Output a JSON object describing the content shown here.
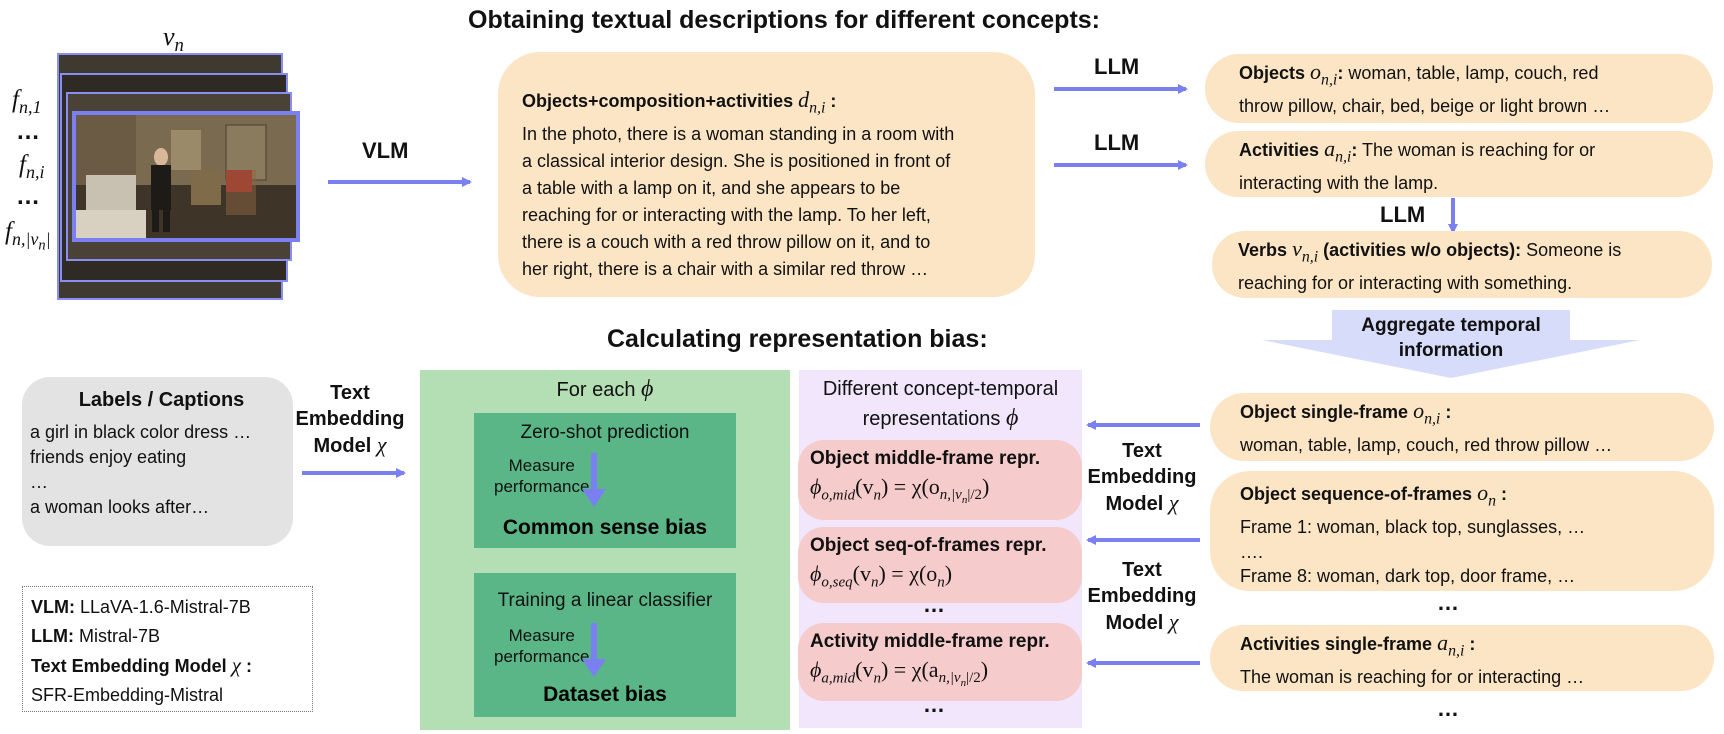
{
  "titles": {
    "top": "Obtaining textual descriptions for different concepts:",
    "bottom": "Calculating representation bias:"
  },
  "video": {
    "v_label": "v",
    "v_sub": "n",
    "f1": "f",
    "f1_sub": "n,1",
    "dots1": "…",
    "fi": "f",
    "fi_sub": "n,i",
    "dots2": "…",
    "flast": "f",
    "flast_sub": "n,|v",
    "flast_subsub": "n",
    "flast_close": "|"
  },
  "arrows": {
    "vlm": "VLM",
    "llm1": "LLM",
    "llm2": "LLM",
    "llm3": "LLM",
    "text_emb": [
      "Text",
      "Embedding",
      "Model"
    ],
    "chi": "χ",
    "aggregate": [
      "Aggregate temporal",
      "information"
    ]
  },
  "description": {
    "title": "Objects+composition+activities",
    "var": "d",
    "var_sub": "n,i",
    "colon": " :",
    "lines": [
      "In the photo, there is a woman standing in a room with",
      "a classical interior design. She is positioned in front of",
      "a table with a lamp on it, and she appears to be",
      "reaching for or interacting with the lamp. To her left,",
      "there is a couch with a red throw pillow on it, and to",
      "her right, there is a chair with a similar red throw …"
    ]
  },
  "objects_box": {
    "title": "Objects",
    "var": "o",
    "var_sub": "n,i",
    "text_line1": " woman, table, lamp, couch, red",
    "text_line2": "throw pillow, chair, bed, beige or light brown …"
  },
  "activities_box": {
    "title": "Activities",
    "var": "a",
    "var_sub": "n,i",
    "text_line1": " The woman is reaching for or",
    "text_line2": "interacting with the lamp."
  },
  "verbs_box": {
    "title": "Verbs",
    "var": "ν",
    "var_sub": "n,i",
    "title_rest": " (activities w/o objects):",
    "text_line1": " Someone is",
    "text_line2": "reaching for or interacting with something."
  },
  "right_bottom": {
    "obj_single": {
      "title": "Object single-frame",
      "var": "o",
      "var_sub": "n,i",
      "text": "woman, table, lamp, couch, red throw pillow …"
    },
    "obj_seq": {
      "title": "Object sequence-of-frames",
      "var": "o",
      "var_sub": "n",
      "lines": [
        "Frame 1: woman, black top, sunglasses, …",
        "….",
        "Frame 8: woman, dark top, door frame,  …"
      ]
    },
    "dots_mid": "…",
    "act_single": {
      "title": "Activities single-frame",
      "var": "a",
      "var_sub": "n,i",
      "text": "The woman is reaching for or interacting …"
    },
    "dots_bottom": "…"
  },
  "labels_box": {
    "title": "Labels / Captions",
    "lines": [
      "a girl in black color dress …",
      "friends enjoy eating",
      "…",
      "a woman looks after…"
    ]
  },
  "legend": {
    "vlm_key": "VLM:",
    "vlm_val": " LLaVA-1.6-Mistral-7B",
    "llm_key": "LLM:",
    "llm_val": " Mistral-7B",
    "tem_key": "Text Embedding Model",
    "tem_var": "χ",
    "tem_colon": " :",
    "tem_val": "SFR-Embedding-Mistral"
  },
  "green_panel": {
    "header": "For each",
    "header_var": "ϕ",
    "zero_shot": "Zero-shot prediction",
    "measure1": [
      "Measure",
      "performance"
    ],
    "common_bias": "Common sense bias",
    "linear": "Training a linear classifier",
    "measure2": [
      "Measure",
      "performance"
    ],
    "dataset_bias": "Dataset bias"
  },
  "purple_panel": {
    "header1": "Different concept-temporal",
    "header2": "representations",
    "header_var": "ϕ",
    "obj_mid": {
      "title": "Object middle-frame repr.",
      "phi": "ϕ",
      "phi_sub": "o,mid",
      "eq": "(v",
      "v_sub": "n",
      "rhs": ") = χ(o",
      "rhs_sub": "n,|v",
      "rhs_subsub": "n",
      "rhs_tail": "|/2",
      "close": ")"
    },
    "obj_seq": {
      "title": "Object seq-of-frames repr.",
      "phi": "ϕ",
      "phi_sub": "o,seq",
      "eq": "(v",
      "v_sub": "n",
      "rhs": ") = χ(o",
      "rhs_sub": "n",
      "close": ")"
    },
    "dots1": "…",
    "act_mid": {
      "title": "Activity middle-frame repr.",
      "phi": "ϕ",
      "phi_sub": "a,mid",
      "eq": "(v",
      "v_sub": "n",
      "rhs": ") = χ(a",
      "rhs_sub": "n,|v",
      "rhs_subsub": "n",
      "rhs_tail": "|/2",
      "close": ")"
    },
    "dots2": "…"
  },
  "colors": {
    "arrow": "#7a80f2",
    "peach": "#fbe5c4",
    "pink": "#f6cbcb",
    "lightgreen": "#b4dfb4",
    "green": "#5bb687",
    "lavender": "#f1e6fc",
    "gray": "#e3e3e3",
    "aggregate": "#d8dcfb"
  }
}
